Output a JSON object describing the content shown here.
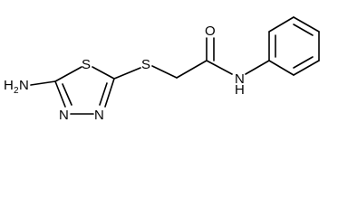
{
  "molecule": {
    "atoms": {
      "amine_h": "H",
      "amine_h_count": "2",
      "amine_n": "N",
      "ring_s": "S",
      "ring_n_left": "N",
      "ring_n_right": "N",
      "thioether_s": "S",
      "carbonyl_o": "O",
      "amide_n": "N",
      "amide_h": "H"
    }
  }
}
